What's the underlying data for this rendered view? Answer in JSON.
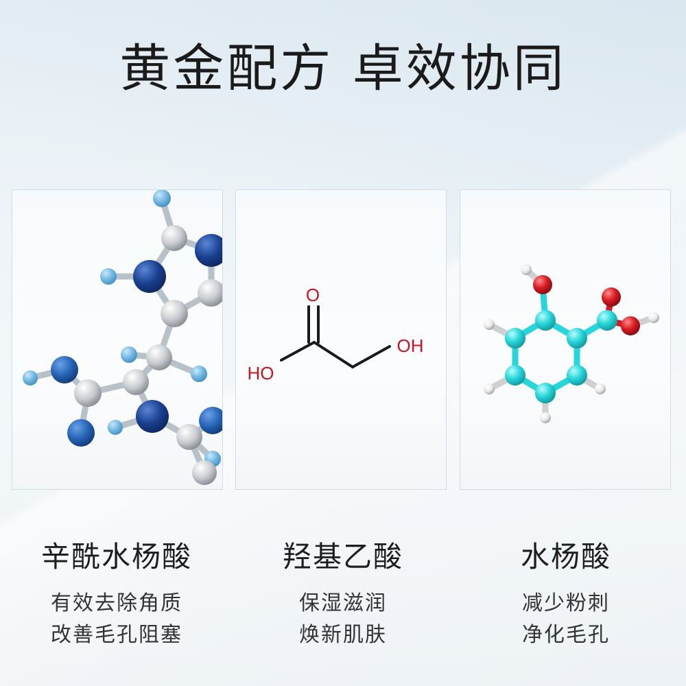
{
  "title": "黄金配方 卓效协同",
  "ingredients": [
    {
      "name": "辛酰水杨酸",
      "lines": [
        "有效去除角质",
        "改善毛孔阻塞"
      ]
    },
    {
      "name": "羟基乙酸",
      "lines": [
        "保湿滋润",
        "焕新肌肤"
      ],
      "formula_labels": {
        "o": "O",
        "hoLeft": "HO",
        "ohRight": "OH"
      }
    },
    {
      "name": "水杨酸",
      "lines": [
        "减少粉刺",
        "净化毛孔"
      ]
    }
  ],
  "colors": {
    "title": "#1b1b1b",
    "nitrogen_dark": "#1a3f8f",
    "hydrogen_light": "#6fb6e0",
    "carbon_grey": "#c9ccd0",
    "oxygen_red": "#d81a22",
    "carbon_cyan": "#27d6da",
    "hydrogen_white": "#f2f2f2"
  },
  "icons": [
    "molecule-3d-model",
    "glycolic-acid-structure",
    "salicylic-acid-3d-model"
  ]
}
